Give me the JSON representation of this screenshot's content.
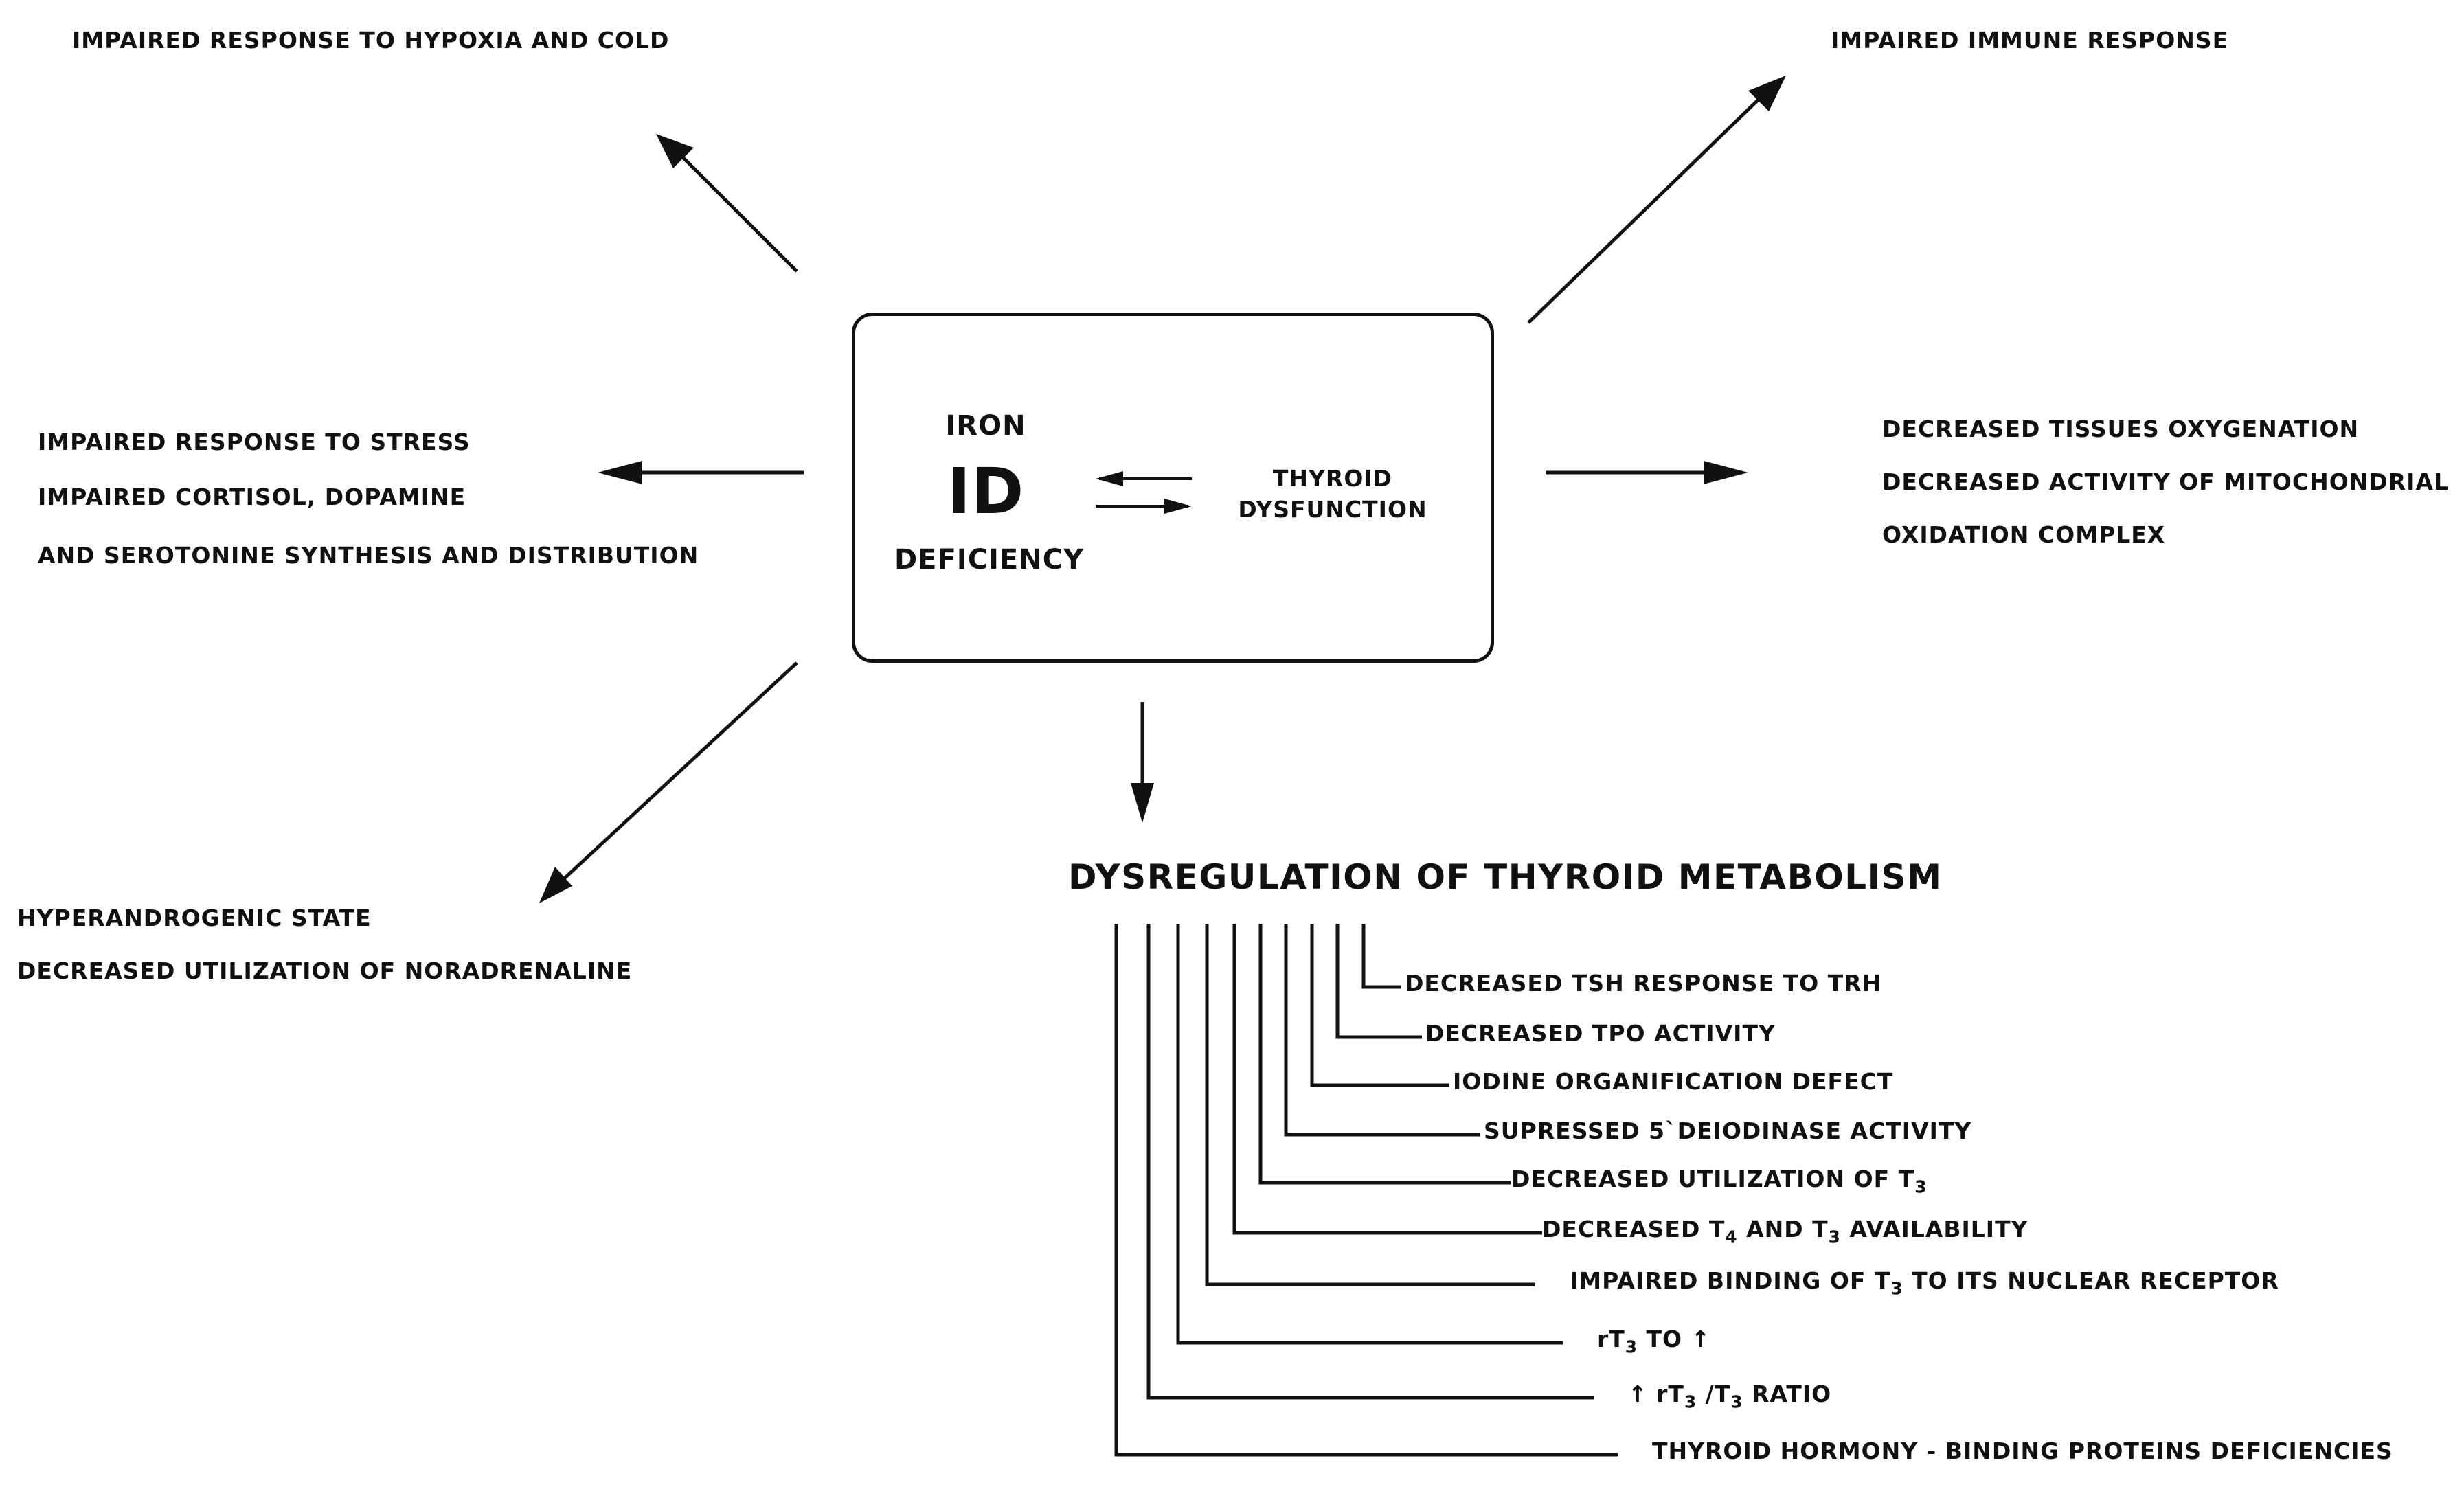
{
  "center": {
    "iron": "IRON",
    "id": "ID",
    "deficiency": "DEFICIENCY",
    "thyroid_dysfunction": "THYROID DYSFUNCTION"
  },
  "effects": {
    "hypoxia": "IMPAIRED RESPONSE TO HYPOXIA AND COLD",
    "immune": "IMPAIRED IMMUNE RESPONSE",
    "stress_1": "IMPAIRED RESPONSE TO STRESS",
    "stress_2": "IMPAIRED CORTISOL, DOPAMINE",
    "stress_3": "AND SEROTONINE SYNTHESIS AND DISTRIBUTION",
    "oxygen_1": "DECREASED TISSUES OXYGENATION",
    "oxygen_2": "DECREASED ACTIVITY OF MITOCHONDRIAL",
    "oxygen_3": "OXIDATION COMPLEX",
    "androgen_1": "HYPERANDROGENIC STATE",
    "androgen_2": "DECREASED UTILIZATION OF NORADRENALINE"
  },
  "dysregulation": {
    "title": "DYSREGULATION OF THYROID METABOLISM",
    "items": [
      {
        "pre": "DECREASED TSH RESPONSE TO TRH"
      },
      {
        "pre": "DECREASED TPO ACTIVITY"
      },
      {
        "pre": "IODINE ORGANIFICATION DEFECT"
      },
      {
        "pre": "SUPRESSED 5`DEIODINASE ACTIVITY"
      },
      {
        "pre": "DECREASED UTILIZATION OF T",
        "sub": "3"
      },
      {
        "pre": "DECREASED T",
        "sub": "4",
        "mid": " AND T",
        "sub2": "3",
        "post": " AVAILABILITY"
      },
      {
        "pre": "IMPAIRED BINDING OF T",
        "sub": "3",
        "post": " TO ITS NUCLEAR RECEPTOR"
      },
      {
        "pre": "rT",
        "sub": "3",
        "post": " TO ↑"
      },
      {
        "pre": "↑ rT",
        "sub": "3",
        "mid": " /T",
        "sub2": "3",
        "post": " RATIO"
      },
      {
        "pre": "THYROID HORMONY - BINDING PROTEINS DEFICIENCIES"
      }
    ]
  }
}
